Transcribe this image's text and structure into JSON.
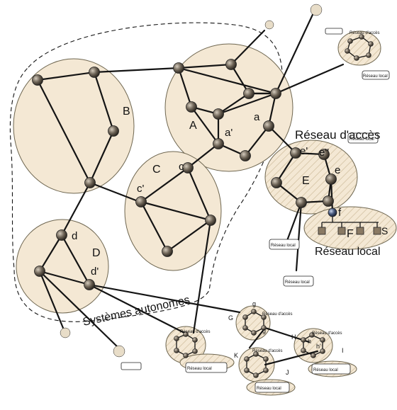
{
  "diagram": {
    "big_labels": {
      "B": "B",
      "A": "A",
      "a_prime": "a'",
      "a": "a",
      "C": "C",
      "c": "c",
      "c_prime": "c'",
      "D": "D",
      "d": "d",
      "d_prime": "d'",
      "E": "E",
      "e_prime": "e'",
      "e_dprime": "e''",
      "e": "e",
      "f": "f",
      "F": "F",
      "s": "S"
    },
    "reseau_acces": "Réseau d'accès",
    "reseau_local": "Réseau local",
    "systemes_autonomes": "Systèmes autonomes",
    "small_labels": {
      "G": "G",
      "g1": "g",
      "g2": "g",
      "H": "H",
      "h1": "h",
      "h2": "h'",
      "K": "K",
      "I": "I",
      "J": "J"
    },
    "colors": {
      "region_fill": "#f4e8d4",
      "router_fill": "#5a5246",
      "link": "#141414"
    }
  }
}
